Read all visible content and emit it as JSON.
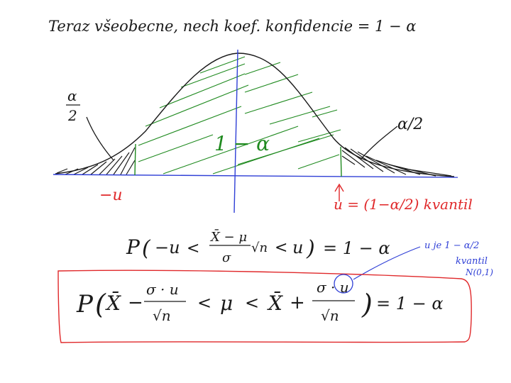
{
  "header": {
    "text": "Teraz všeobecne, nech koef. konfidencie = 1 − α"
  },
  "graph": {
    "center_label": "1 − α",
    "left_tail_label_num": "α",
    "left_tail_label_den": "2",
    "right_tail_label": "α/2",
    "minus_u_label": "−u",
    "u_quantile_label": "u = (1−α/2) kvantil"
  },
  "formula1": {
    "p": "P",
    "open": "(",
    "minus_u": "−u",
    "lt1": "<",
    "num": "X̄ − μ",
    "den": "σ",
    "sqrt_n": "√n",
    "lt2": "<",
    "u": "u",
    "close": ")",
    "eq": "= 1 − α"
  },
  "formula2": {
    "p": "P",
    "open": "(",
    "xbar1": "X̄",
    "minus": "−",
    "num1": "σ · u",
    "den1": "√n",
    "lt1": "<",
    "mu": "μ",
    "lt2": "<",
    "xbar2": "X̄",
    "plus": "+",
    "num2": "σ · u",
    "den2": "√n",
    "close": ")",
    "eq": "= 1 − α"
  },
  "note": {
    "line1": "u je 1 − α/2",
    "line2": "kvantil",
    "line3": "N(0,1)"
  },
  "colors": {
    "ink": "#1a1a1a",
    "green": "#1f8a1f",
    "blue": "#2f3fd6",
    "red": "#e0282a"
  }
}
